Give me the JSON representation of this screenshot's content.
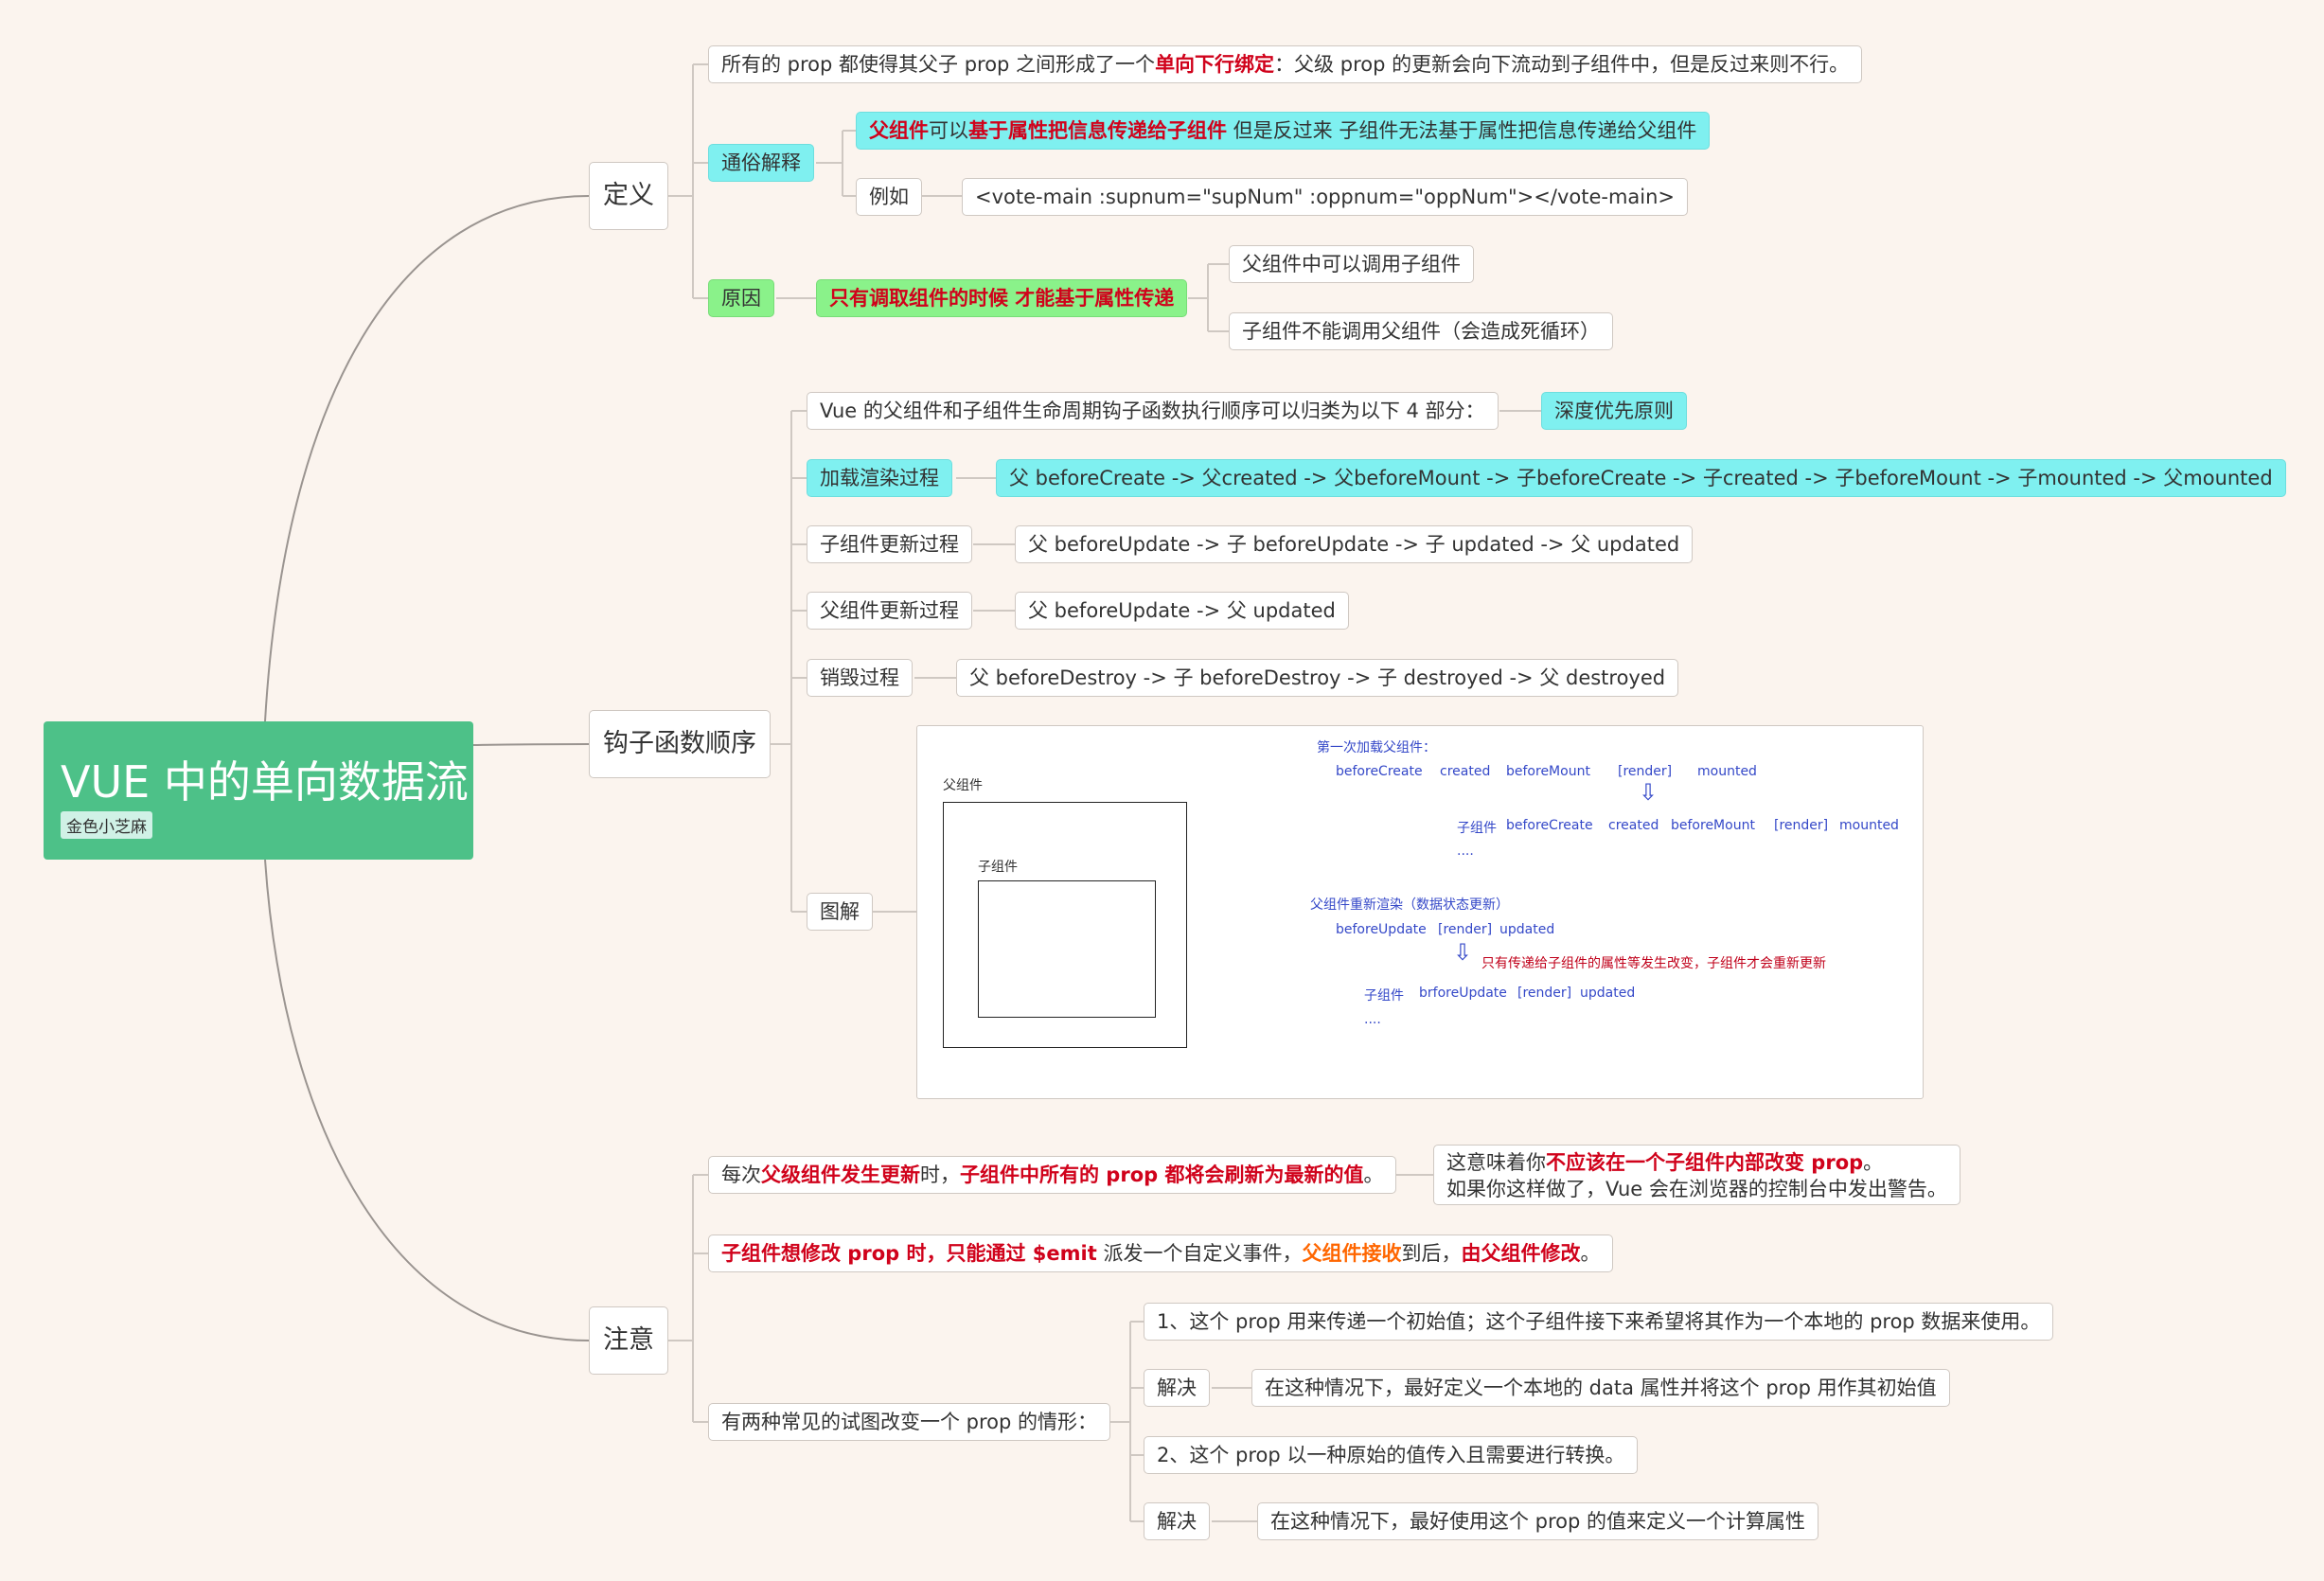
{
  "root": {
    "title": "VUE 中的单向数据流",
    "tag": "金色小芝麻"
  },
  "definition": {
    "label": "定义",
    "statement": {
      "p1": "所有的 prop 都使得其父子 prop 之间形成了一个",
      "p2": "单向下行绑定",
      "p3": "：父级 prop 的更新会向下流动到子组件中，但是反过来则不行。"
    },
    "plain": {
      "label": "通俗解释",
      "text": {
        "p1": "父组件",
        "p2": "可以",
        "p3": "基于属性把信息传递给子组件",
        "p4": " 但是反过来 子组件无法基于属性把信息传递给父组件"
      },
      "example_label": "例如",
      "example_code": "<vote-main :supnum=\"supNum\" :oppnum=\"oppNum\"></vote-main>"
    },
    "reason": {
      "label": "原因",
      "text": "只有调取组件的时候 才能基于属性传递",
      "children": [
        "父组件中可以调用子组件",
        "子组件不能调用父组件（会造成死循环）"
      ]
    }
  },
  "hooks": {
    "label": "钩子函数顺序",
    "intro": "Vue 的父组件和子组件生命周期钩子函数执行顺序可以归类为以下 4 部分：",
    "intro_tag": "深度优先原则",
    "items": [
      {
        "label": "加载渲染过程",
        "value": "父 beforeCreate -> 父created -> 父beforeMount -> 子beforeCreate -> 子created -> 子beforeMount -> 子mounted -> 父mounted"
      },
      {
        "label": "子组件更新过程",
        "value": "父 beforeUpdate -> 子 beforeUpdate -> 子 updated -> 父 updated"
      },
      {
        "label": "父组件更新过程",
        "value": "父 beforeUpdate -> 父 updated"
      },
      {
        "label": "销毁过程",
        "value": "父 beforeDestroy -> 子 beforeDestroy -> 子 destroyed -> 父 destroyed"
      }
    ],
    "diagram_label": "图解",
    "diagram": {
      "parent_label": "父组件",
      "child_label": "子组件",
      "first_load_title": "第一次加载父组件：",
      "parent_hooks": [
        "beforeCreate",
        "created",
        "beforeMount",
        "[render]",
        "mounted"
      ],
      "child_prefix": "子组件",
      "child_hooks": [
        "beforeCreate",
        "created",
        "beforeMount",
        "[render]",
        "mounted"
      ],
      "ellipsis1": "....",
      "rerender_title": "父组件重新渲染（数据状态更新）",
      "update_hooks": [
        "beforeUpdate",
        "[render]",
        "updated"
      ],
      "arrow_note": "只有传递给子组件的属性等发生改变，子组件才会重新更新",
      "child_update_prefix": "子组件",
      "child_update_hooks": [
        "brforeUpdate",
        "[render]",
        "updated"
      ],
      "ellipsis2": "....",
      "arrow": "⇩"
    }
  },
  "notes": {
    "label": "注意",
    "n1": {
      "p1": "每次",
      "p2": "父级组件发生更新",
      "p3": "时，",
      "p4": "子组件中所有的 prop 都将会刷新为最新的值",
      "p5": "。"
    },
    "n1_child": {
      "line1a": "这意味着你",
      "line1b": "不应该在一个子组件内部改变 prop",
      "line1c": "。",
      "line2": "如果你这样做了，Vue 会在浏览器的控制台中发出警告。"
    },
    "n2": {
      "p1": "子组件想修改 prop 时，只能通过 $emit",
      "p2": " 派发一个自定义事件，",
      "p3": "父组件接收",
      "p4": "到后，",
      "p5": "由父组件修改",
      "p6": "。"
    },
    "n3": "有两种常见的试图改变一个 prop 的情形：",
    "cases": [
      {
        "text": "1、这个 prop 用来传递一个初始值；这个子组件接下来希望将其作为一个本地的 prop 数据来使用。",
        "solution_label": "解决",
        "solution": "在这种情况下，最好定义一个本地的 data 属性并将这个 prop 用作其初始值"
      },
      {
        "text": "2、这个 prop 以一种原始的值传入且需要进行转换。",
        "solution_label": "解决",
        "solution": "在这种情况下，最好使用这个 prop 的值来定义一个计算属性"
      }
    ]
  },
  "colors": {
    "root": "#4dc188",
    "highlight_cyan": "#7ff0f0",
    "highlight_green": "#8af28a",
    "emphasis_red": "#d0021b",
    "emphasis_orange": "#ff6600",
    "line": "#9a9490",
    "background": "#fbf4ee"
  }
}
